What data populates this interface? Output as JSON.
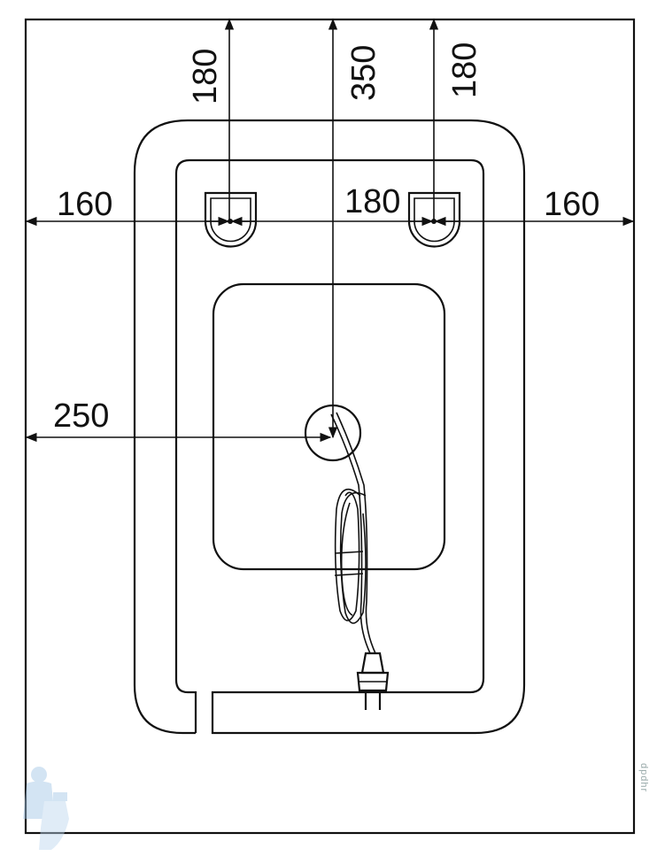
{
  "diagram": {
    "dimensions": {
      "left_offset": "160",
      "hole_spacing": "180",
      "right_offset": "160",
      "left_hole_height": "180",
      "center_height": "350",
      "right_hole_height": "180",
      "cable_offset": "250"
    },
    "line_color": "#111111",
    "background_color": "#ffffff",
    "watermark": {
      "icon": "plumber-mascot-icon",
      "text": "dpdhr"
    }
  }
}
